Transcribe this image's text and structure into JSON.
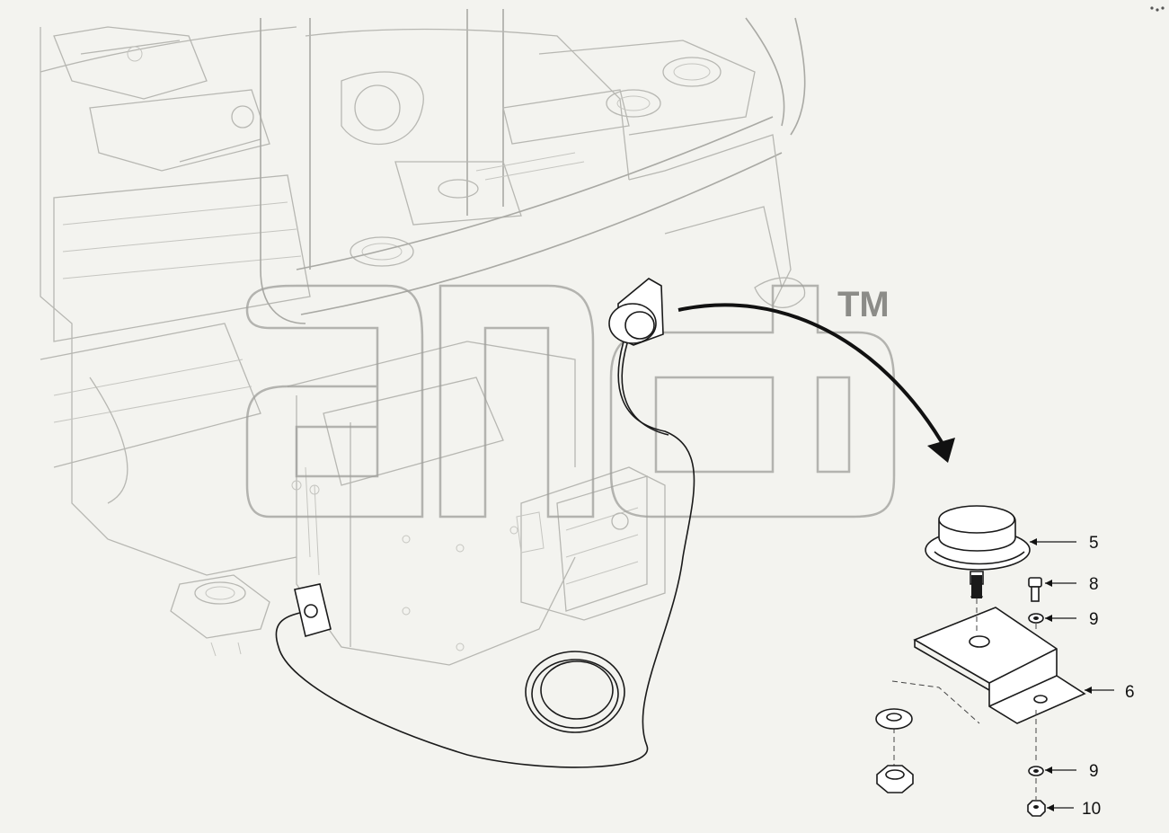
{
  "watermark": {
    "tm": "TM"
  },
  "callouts": [
    {
      "id": "c5",
      "label": "5"
    },
    {
      "id": "c8",
      "label": "8"
    },
    {
      "id": "c9a",
      "label": "9"
    },
    {
      "id": "c6",
      "label": "6"
    },
    {
      "id": "c9b",
      "label": "9"
    },
    {
      "id": "c10",
      "label": "10"
    }
  ]
}
